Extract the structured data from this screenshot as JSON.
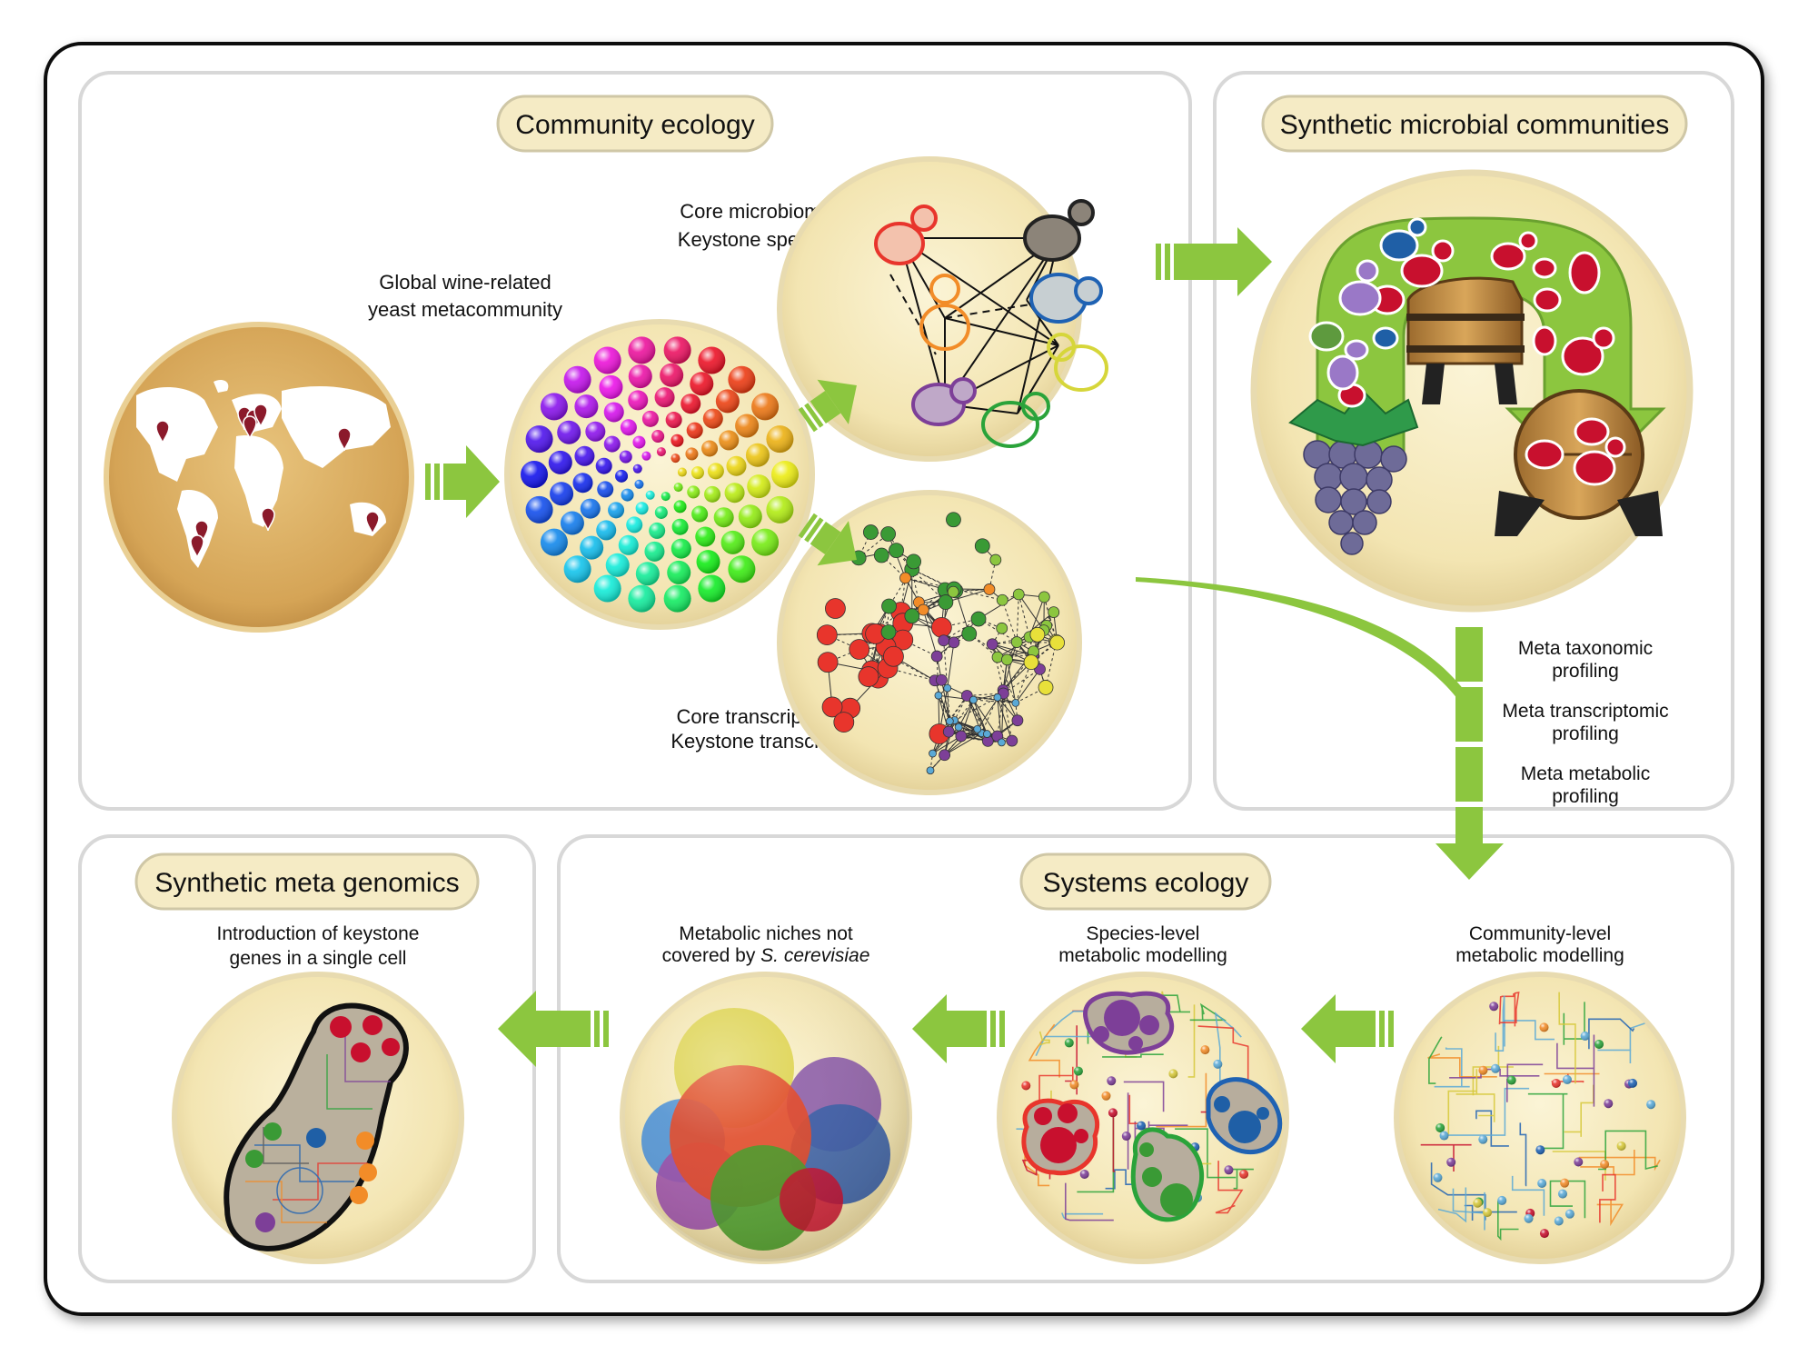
{
  "panels": {
    "community_ecology": {
      "title": "Community ecology",
      "global_label": [
        "Global wine-related",
        "yeast metacommunity"
      ],
      "core_microbiome_label": [
        "Core microbiome",
        "Keystone species"
      ],
      "core_transcriptome_label": [
        "Core transcriptome",
        "Keystone transcripts"
      ]
    },
    "synthetic_communities": {
      "title": "Synthetic microbial communities",
      "profiling": [
        [
          "Meta taxonomic",
          "profiling"
        ],
        [
          "Meta transcriptomic",
          "profiling"
        ],
        [
          "Meta metabolic",
          "profiling"
        ]
      ]
    },
    "systems_ecology": {
      "title": "Systems ecology",
      "community_level": [
        "Community-level",
        "metabolic modelling"
      ],
      "species_level": [
        "Species-level",
        "metabolic modelling"
      ],
      "niches_line1": "Metabolic niches not",
      "niches_line2_prefix": "covered by ",
      "niches_line2_species": "S. cerevisiae"
    },
    "synthetic_genomics": {
      "title": "Synthetic meta genomics",
      "label": [
        "Introduction of keystone",
        "genes in a single cell"
      ]
    }
  },
  "colors": {
    "arrow": "#8cc63f",
    "title_bg": "#f5ebc5",
    "dish": "#f7ecc0",
    "world_dish": "#dcae5e",
    "pin": "#8b1a2b"
  }
}
